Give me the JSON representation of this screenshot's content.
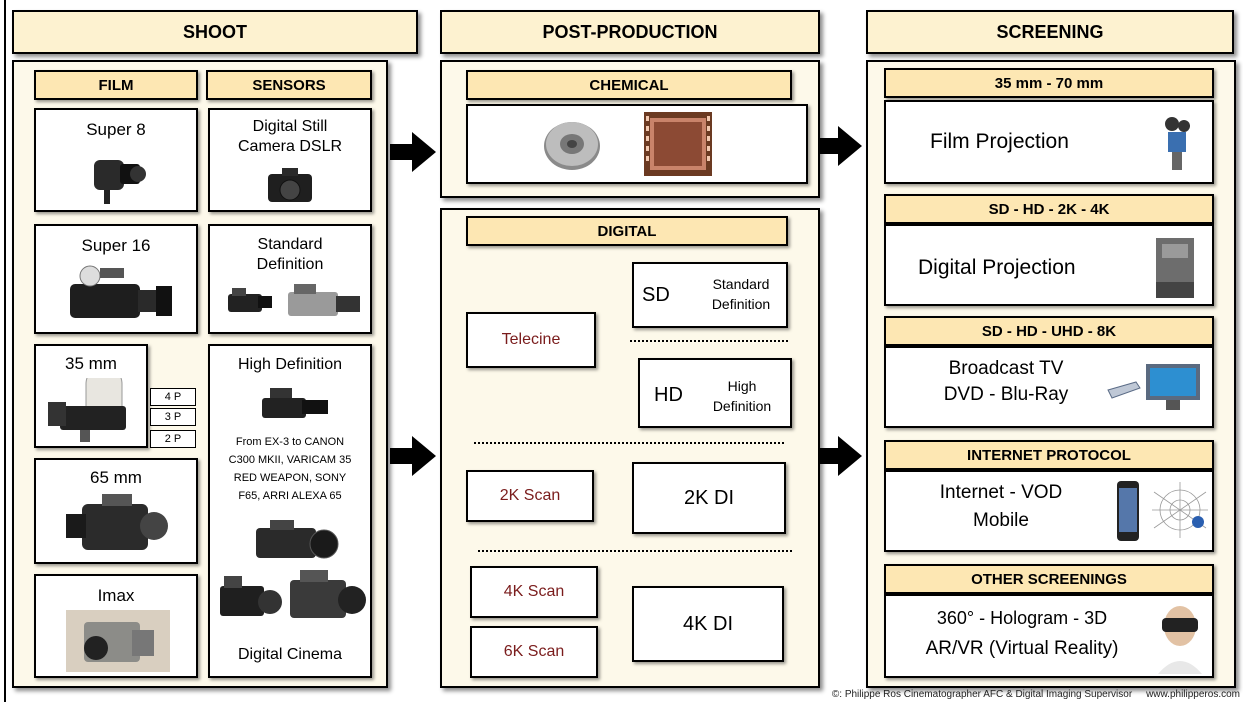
{
  "headers": {
    "shoot": "SHOOT",
    "post": "POST-PRODUCTION",
    "screening": "SCREENING"
  },
  "shoot": {
    "film_label": "FILM",
    "sensors_label": "SENSORS",
    "film": [
      {
        "label": "Super 8"
      },
      {
        "label": "Super 16"
      },
      {
        "label": "35 mm",
        "perfs": [
          "4 P",
          "3 P",
          "2 P"
        ]
      },
      {
        "label": "65 mm"
      },
      {
        "label": "Imax"
      }
    ],
    "sensors": [
      {
        "line1": "Digital Still",
        "line2": "Camera DSLR"
      },
      {
        "line1": "Standard",
        "line2": "Definition"
      },
      {
        "label": "High Definition",
        "note": [
          "From EX-3 to CANON",
          "C300 MKII, VARICAM 35",
          "RED WEAPON, SONY",
          "F65, ARRI ALEXA 65"
        ],
        "footer": "Digital Cinema"
      }
    ]
  },
  "post": {
    "chemical": "CHEMICAL",
    "digital": "DIGITAL",
    "telecine": "Telecine",
    "sd_abbr": "SD",
    "sd_line1": "Standard",
    "sd_line2": "Definition",
    "hd_abbr": "HD",
    "hd_line1": "High",
    "hd_line2": "Definition",
    "scan2k": "2K Scan",
    "di2k": "2K DI",
    "scan4k": "4K Scan",
    "scan6k": "6K Scan",
    "di4k": "4K DI"
  },
  "screening": {
    "s1_title": "35 mm - 70 mm",
    "s1_text": "Film Projection",
    "s2_title": "SD - HD - 2K - 4K",
    "s2_text": "Digital Projection",
    "s3_title": "SD - HD - UHD - 8K",
    "s3_line1": "Broadcast  TV",
    "s3_line2": "DVD - Blu-Ray",
    "s4_title": "INTERNET PROTOCOL",
    "s4_line1": "Internet - VOD",
    "s4_line2": "Mobile",
    "s5_title": "OTHER SCREENINGS",
    "s5_line1": "360° - Hologram - 3D",
    "s5_line2": "AR/VR (Virtual Reality)"
  },
  "footer": "©: Philippe Ros Cinematographer AFC & Digital Imaging Supervisor     www.philipperos.com",
  "colors": {
    "header_fill": "#fdf2d0",
    "panel_fill": "#fdf9ea",
    "sub_fill": "#fde7b3",
    "red_text": "#7a1c1c"
  }
}
